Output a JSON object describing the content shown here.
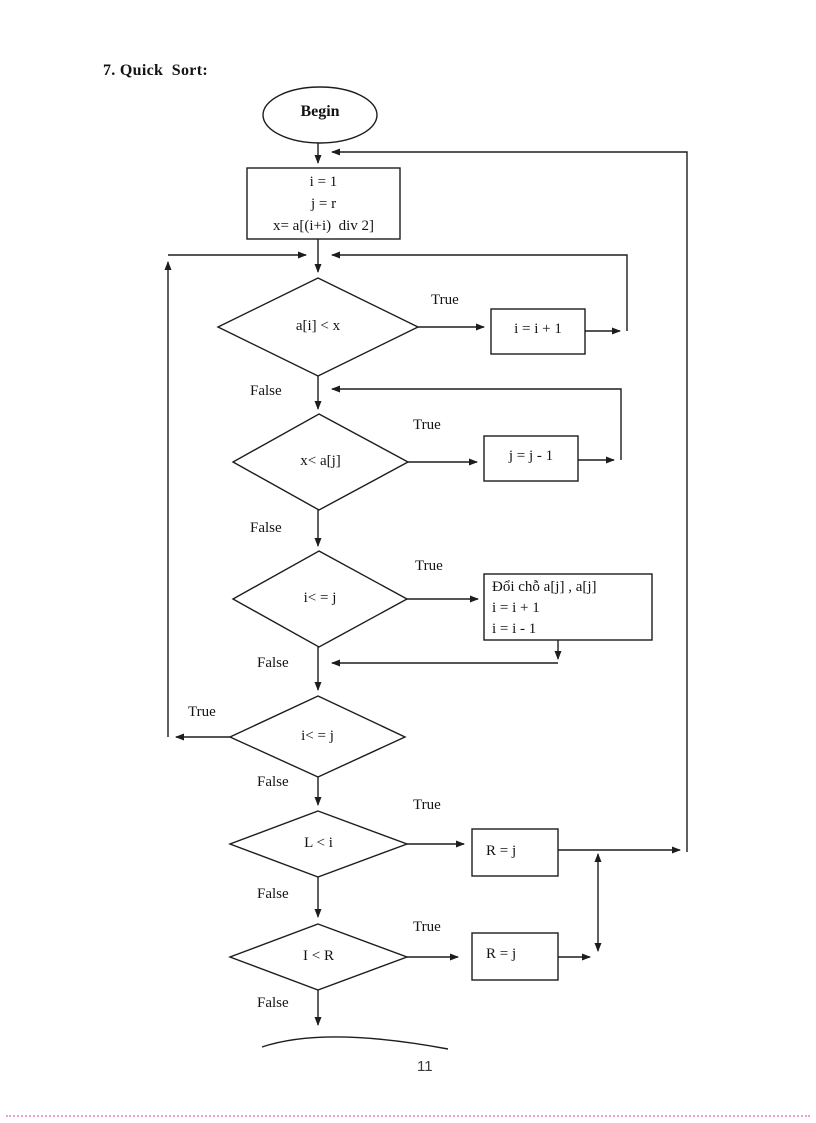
{
  "page": {
    "title": "7. Quick  Sort:",
    "number": "11"
  },
  "flow": {
    "begin": "Begin",
    "init": {
      "l1": "i = 1",
      "l2": "j = r",
      "l3": "x= a[(i+i)  div 2]"
    },
    "d1": "a[i] < x",
    "b_inc_i": "i = i + 1",
    "d2": "x< a[j]",
    "b_dec_j": "j = j - 1",
    "d3": "i< = j",
    "swap": {
      "l1": "Đổi chỗ a[j] , a[j]",
      "l2": "i = i + 1",
      "l3": "i = i - 1"
    },
    "d4": "i< = j",
    "d5": "L < i",
    "b_r1": "R = j",
    "d6": "I < R",
    "b_r2": "R = j",
    "labels": {
      "t1": "True",
      "f1": "False",
      "t2": "True",
      "f2": "False",
      "t3": "True",
      "f3": "False",
      "t4": "True",
      "f4": "False",
      "t5": "True",
      "f5": "False",
      "t6": "True",
      "f6": "False"
    }
  }
}
